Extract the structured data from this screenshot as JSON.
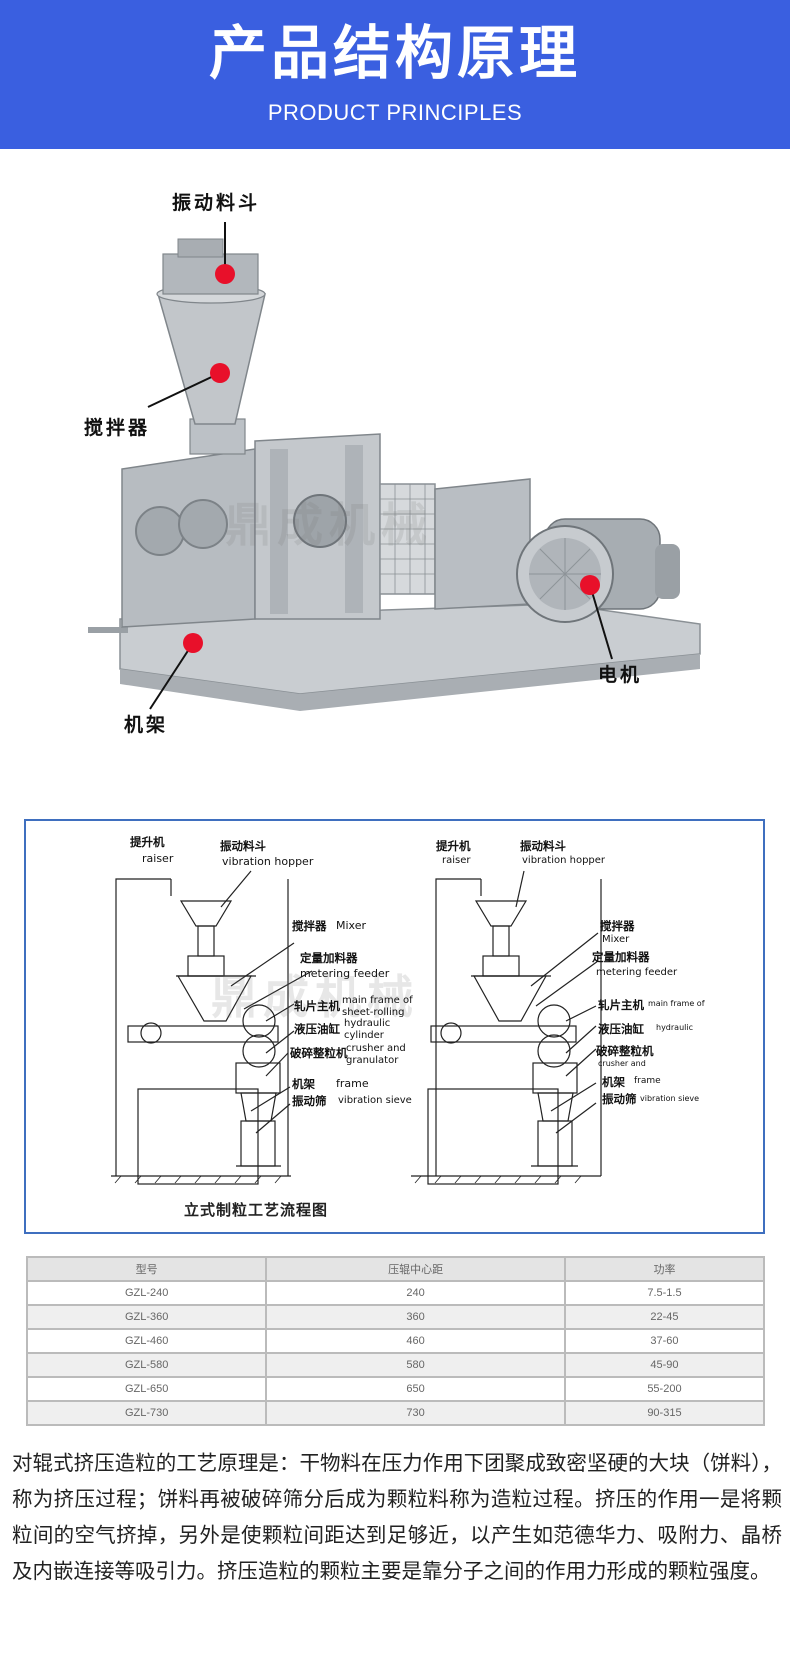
{
  "header": {
    "title": "产品结构原理",
    "subtitle": "PRODUCT PRINCIPLES",
    "bg_color": "#3a5fe0"
  },
  "photo": {
    "callouts": {
      "hopper": "振动料斗",
      "mixer": "搅拌器",
      "motor": "电机",
      "frame": "机架"
    },
    "watermark": "鼎成机械",
    "marker_color": "#e8102a"
  },
  "flow_diagram": {
    "caption": "立式制粒工艺流程图",
    "watermark": "鼎成机械",
    "left": {
      "raiser_cn": "提升机",
      "raiser_en": "raiser",
      "hopper_cn": "振动料斗",
      "hopper_en": "vibration hopper",
      "mixer_cn": "搅拌器",
      "mixer_en": "Mixer",
      "feeder_cn": "定量加料器",
      "feeder_en": "metering feeder",
      "rolling_cn": "轧片主机",
      "rolling_en1": "main frame of",
      "rolling_en2": "sheet-rolling",
      "cylinder_cn": "液压油缸",
      "cylinder_en1": "hydraulic",
      "cylinder_en2": "cylinder",
      "crusher_cn": "破碎整粒机",
      "crusher_en1": "crusher and",
      "crusher_en2": "granulator",
      "frame_cn": "机架",
      "frame_en": "frame",
      "sieve_cn": "振动筛",
      "sieve_en": "vibration sieve"
    },
    "right": {
      "raiser_cn": "提升机",
      "raiser_en": "raiser",
      "hopper_cn": "振动料斗",
      "hopper_en": "vibration hopper",
      "mixer_cn": "搅拌器",
      "mixer_en": "Mixer",
      "feeder_cn": "定量加料器",
      "feeder_en": "metering feeder",
      "rolling_cn": "轧片主机",
      "rolling_en": "main frame of",
      "cylinder_cn": "液压油缸",
      "cylinder_en": "hydraulic",
      "crusher_cn": "破碎整粒机",
      "crusher_en": "crusher and",
      "frame_cn": "机架",
      "frame_en": "frame",
      "sieve_cn": "振动筛",
      "sieve_en": "vibration sieve"
    }
  },
  "spec_table": {
    "headers": [
      "型号",
      "压辊中心距",
      "功率"
    ],
    "rows": [
      [
        "GZL-240",
        "240",
        "7.5-1.5"
      ],
      [
        "GZL-360",
        "360",
        "22-45"
      ],
      [
        "GZL-460",
        "460",
        "37-60"
      ],
      [
        "GZL-580",
        "580",
        "45-90"
      ],
      [
        "GZL-650",
        "650",
        "55-200"
      ],
      [
        "GZL-730",
        "730",
        "90-315"
      ]
    ]
  },
  "description": "对辊式挤压造粒的工艺原理是：干物料在压力作用下团聚成致密坚硬的大块（饼料），称为挤压过程；饼料再被破碎筛分后成为颗粒料称为造粒过程。挤压的作用一是将颗粒间的空气挤掉，另外是使颗粒间距达到足够近，以产生如范德华力、吸附力、晶桥及内嵌连接等吸引力。挤压造粒的颗粒主要是靠分子之间的作用力形成的颗粒强度。"
}
